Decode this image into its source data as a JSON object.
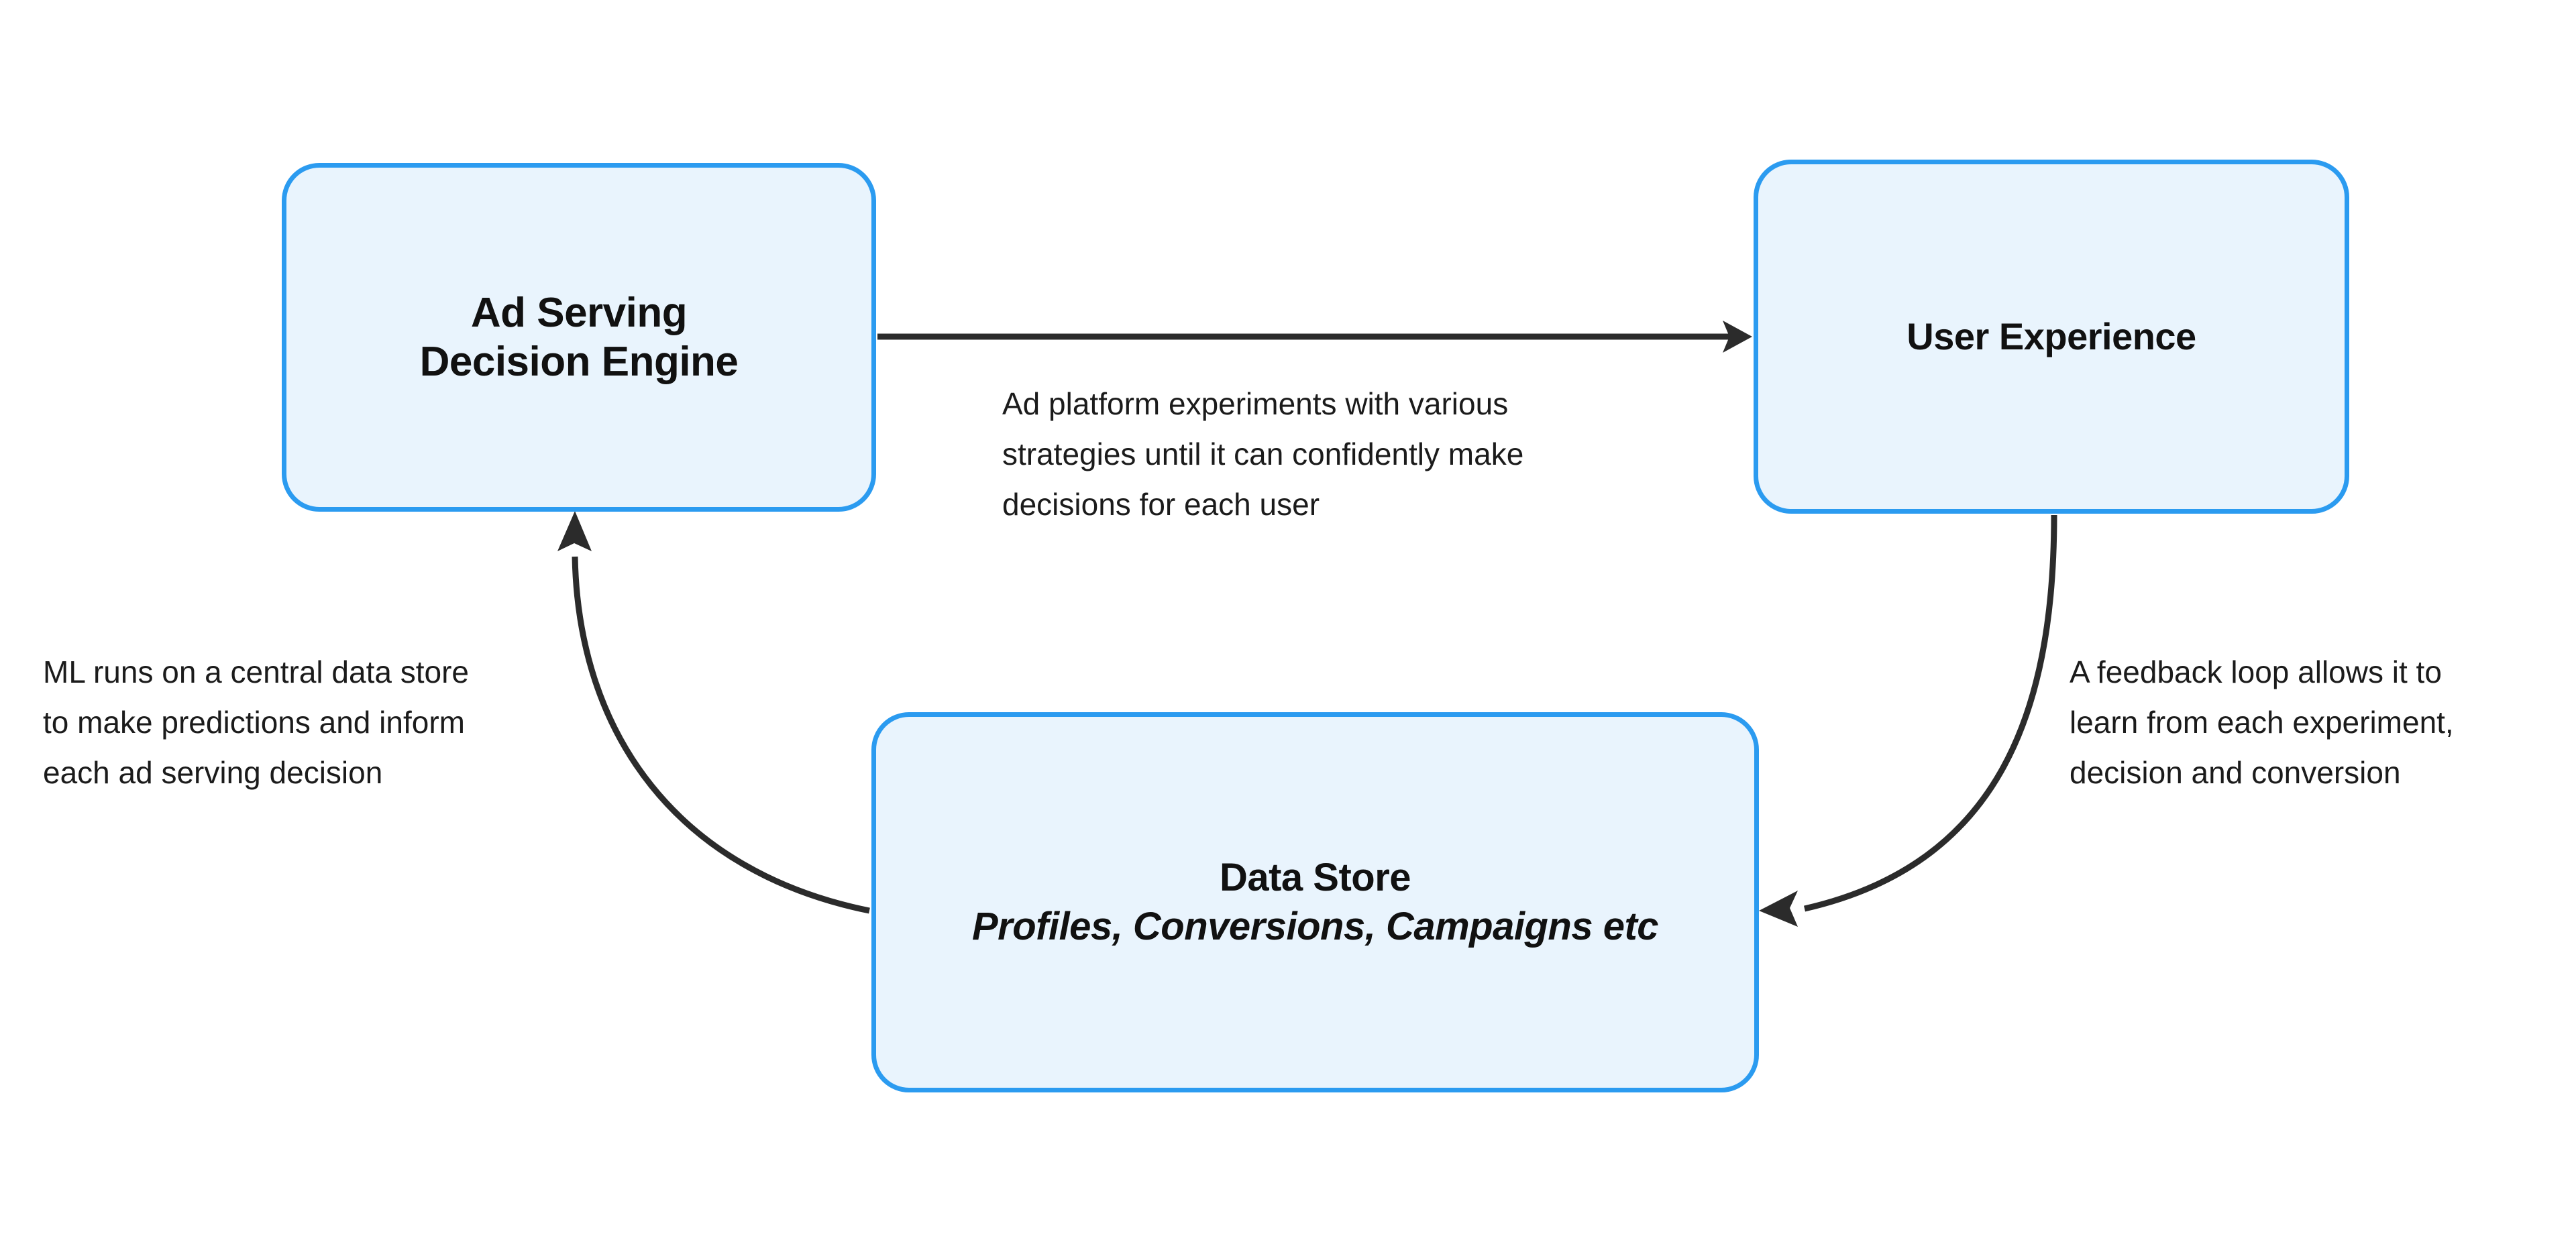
{
  "diagram": {
    "title_text_present": false,
    "background_color": "#ffffff",
    "node_fill_color": "#e9f4fd",
    "node_border_color": "#2b9bf0",
    "edge_color": "#2b2b2b",
    "text_color": "#1b1b1b"
  },
  "nodes": {
    "ad_serving": {
      "title": "Ad Serving\nDecision Engine"
    },
    "user_experience": {
      "title": "User Experience"
    },
    "data_store": {
      "title": "Data Store",
      "subtitle": "Profiles, Conversions, Campaigns etc"
    }
  },
  "edges": {
    "ad_serving_to_user_experience": {
      "label": "Ad platform experiments with various\nstrategies until it can confidently make\ndecisions for each user",
      "direction": "right"
    },
    "user_experience_to_data_store": {
      "label": "A feedback loop allows it to\nlearn from each experiment,\ndecision and conversion",
      "direction": "curve-down-left"
    },
    "data_store_to_ad_serving": {
      "label": "ML runs on a central data store\nto make predictions and inform\neach ad serving decision",
      "direction": "curve-up-left"
    }
  }
}
